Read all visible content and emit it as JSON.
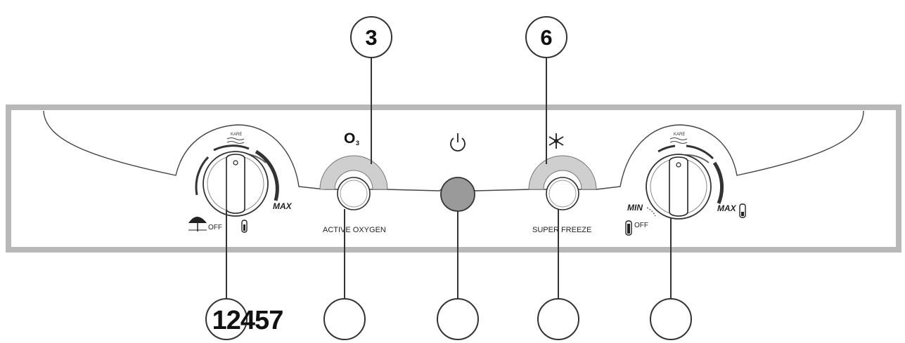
{
  "callouts": {
    "top_left": "3",
    "top_right": "6",
    "bottom_left": "12457"
  },
  "panel": {
    "oxygen_symbol": "O",
    "oxygen_subscript": "3",
    "active_oxygen_label": "ACTIVE OXYGEN",
    "super_freeze_label": "SUPER FREEZE",
    "left_knob": {
      "top_mark": "KARE",
      "max_label": "MAX",
      "off_label": "OFF"
    },
    "right_knob": {
      "top_mark": "KARE",
      "min_label": "MIN",
      "max_label": "MAX",
      "off_label": "OFF"
    }
  },
  "colors": {
    "frame": "#b8b8b8",
    "button_arc": "#cfcfcf",
    "power_button": "#9a9a9a",
    "line": "#333333"
  },
  "icons": [
    "umbrella-icon",
    "thermometer-icon",
    "power-icon",
    "snowflake-icon"
  ]
}
